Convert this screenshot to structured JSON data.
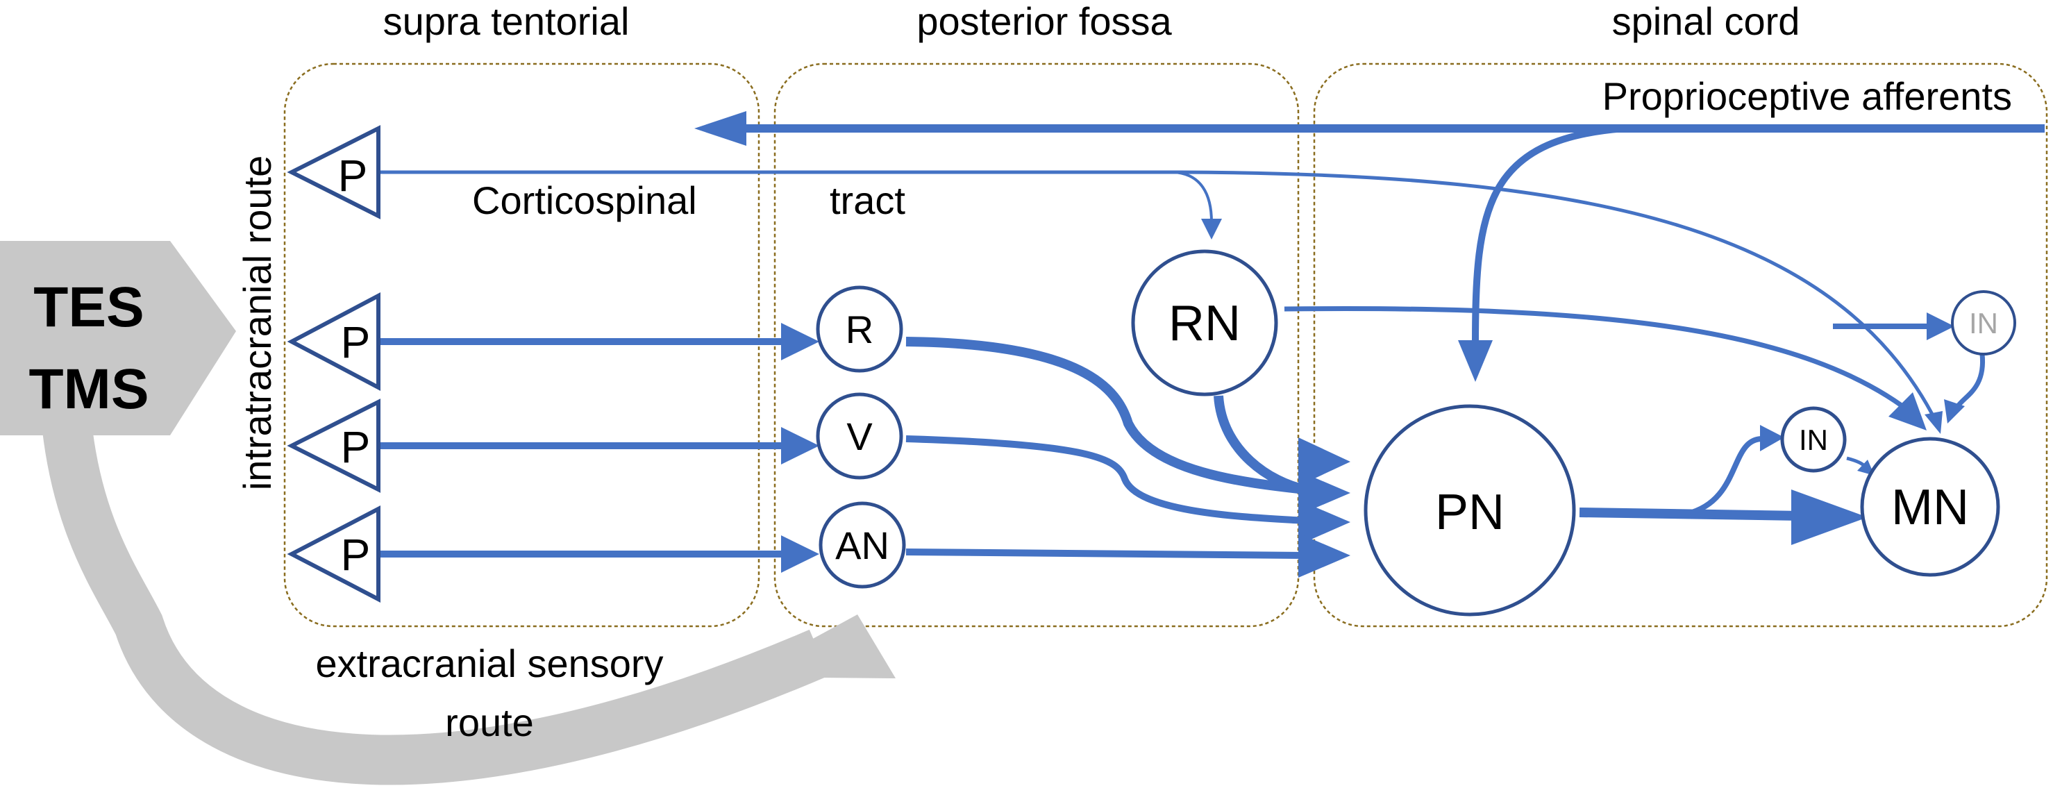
{
  "regions": {
    "supra": "supra tentorial",
    "posterior": "posterior fossa",
    "spinal": "spinal cord"
  },
  "stimulus": {
    "line1": "TES",
    "line2": "TMS"
  },
  "routes": {
    "intracranial": "intratracranial route",
    "extracranial_line1": "extracranial sensory",
    "extracranial_line2": "route"
  },
  "pathways": {
    "proprioceptive": "Proprioceptive afferents",
    "corticospinal_1": "Corticospinal",
    "corticospinal_2": "tract"
  },
  "neurons": {
    "p_label": "P",
    "r": "R",
    "v": "V",
    "an": "AN",
    "rn": "RN",
    "pn": "PN",
    "mn": "MN",
    "in_small": "IN",
    "in_faded": "IN"
  },
  "colors": {
    "pathway_blue": "#4472c4",
    "neuron_outline": "#2f4f8f",
    "region_border": "#8a6d1f",
    "stimulus_gray": "#c8c8c8",
    "faded_text": "#a6a6a6"
  }
}
